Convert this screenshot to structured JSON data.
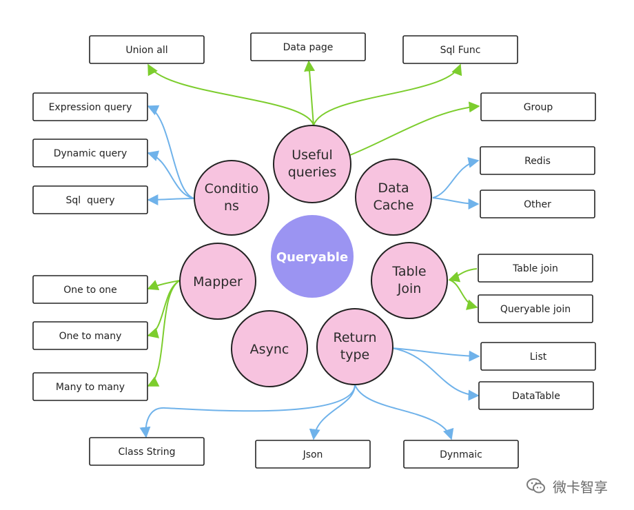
{
  "diagram": {
    "center": "Queryable",
    "colors": {
      "center_fill": "#9b94f2",
      "node_fill": "#f7c3df",
      "node_stroke": "#222222",
      "green": "#7ccd2d",
      "blue": "#6fb2ea"
    },
    "nodes": {
      "useful": [
        "Useful",
        "queries"
      ],
      "conditions": [
        "Conditio",
        "ns"
      ],
      "cache": [
        "Data",
        "Cache"
      ],
      "mapper": [
        "Mapper"
      ],
      "tablejoin": [
        "Table",
        "Join"
      ],
      "async": [
        "Async"
      ],
      "returntype": [
        "Return",
        "type"
      ]
    },
    "leaves": {
      "union_all": "Union all",
      "data_page": "Data page",
      "sql_func": "Sql Func",
      "group": "Group",
      "expression_query": "Expression query",
      "dynamic_query": "Dynamic query",
      "sql_query": "Sql  query",
      "redis": "Redis",
      "other": "Other",
      "one_to_one": "One to one",
      "one_to_many": "One to many",
      "many_to_many": "Many to many",
      "table_join": "Table join",
      "queryable_join": "Queryable join",
      "list": "List",
      "datatable": "DataTable",
      "class_string": "Class String",
      "json": "Json",
      "dynmaic": "Dynmaic"
    }
  },
  "watermark": {
    "text": "微卡智享",
    "icon": "wechat-icon"
  }
}
